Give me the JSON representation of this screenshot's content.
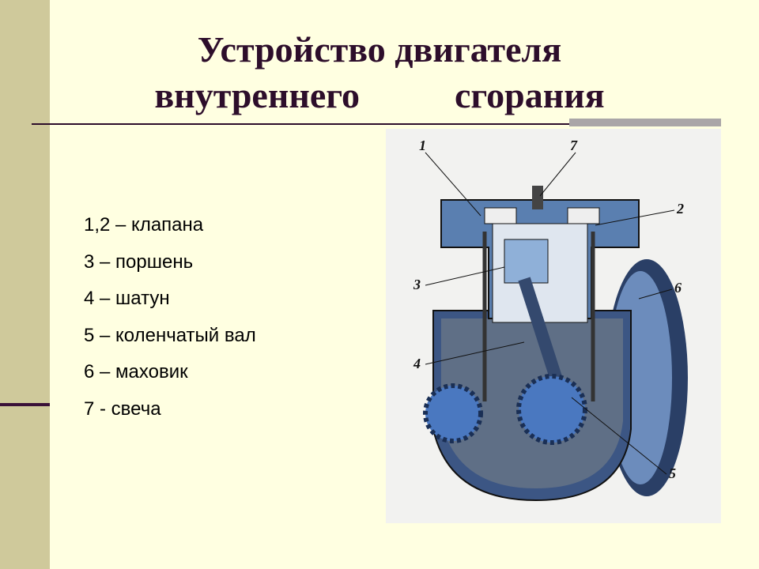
{
  "title": {
    "line1": "Устройство двигателя",
    "line2a": "внутреннего",
    "line2b": "сгорания"
  },
  "legend": [
    "1,2 – клапана",
    "3 – поршень",
    "4 – шатун",
    "5 – коленчатый вал",
    "6 – маховик",
    "7 - свеча"
  ],
  "figure": {
    "labels": [
      "1",
      "7",
      "2",
      "3",
      "6",
      "4",
      "5"
    ]
  },
  "colors": {
    "background": "#ffffe1",
    "sidebar": "#cfc99b",
    "title": "#2d0e2b",
    "engine": "#5a7fb0"
  }
}
